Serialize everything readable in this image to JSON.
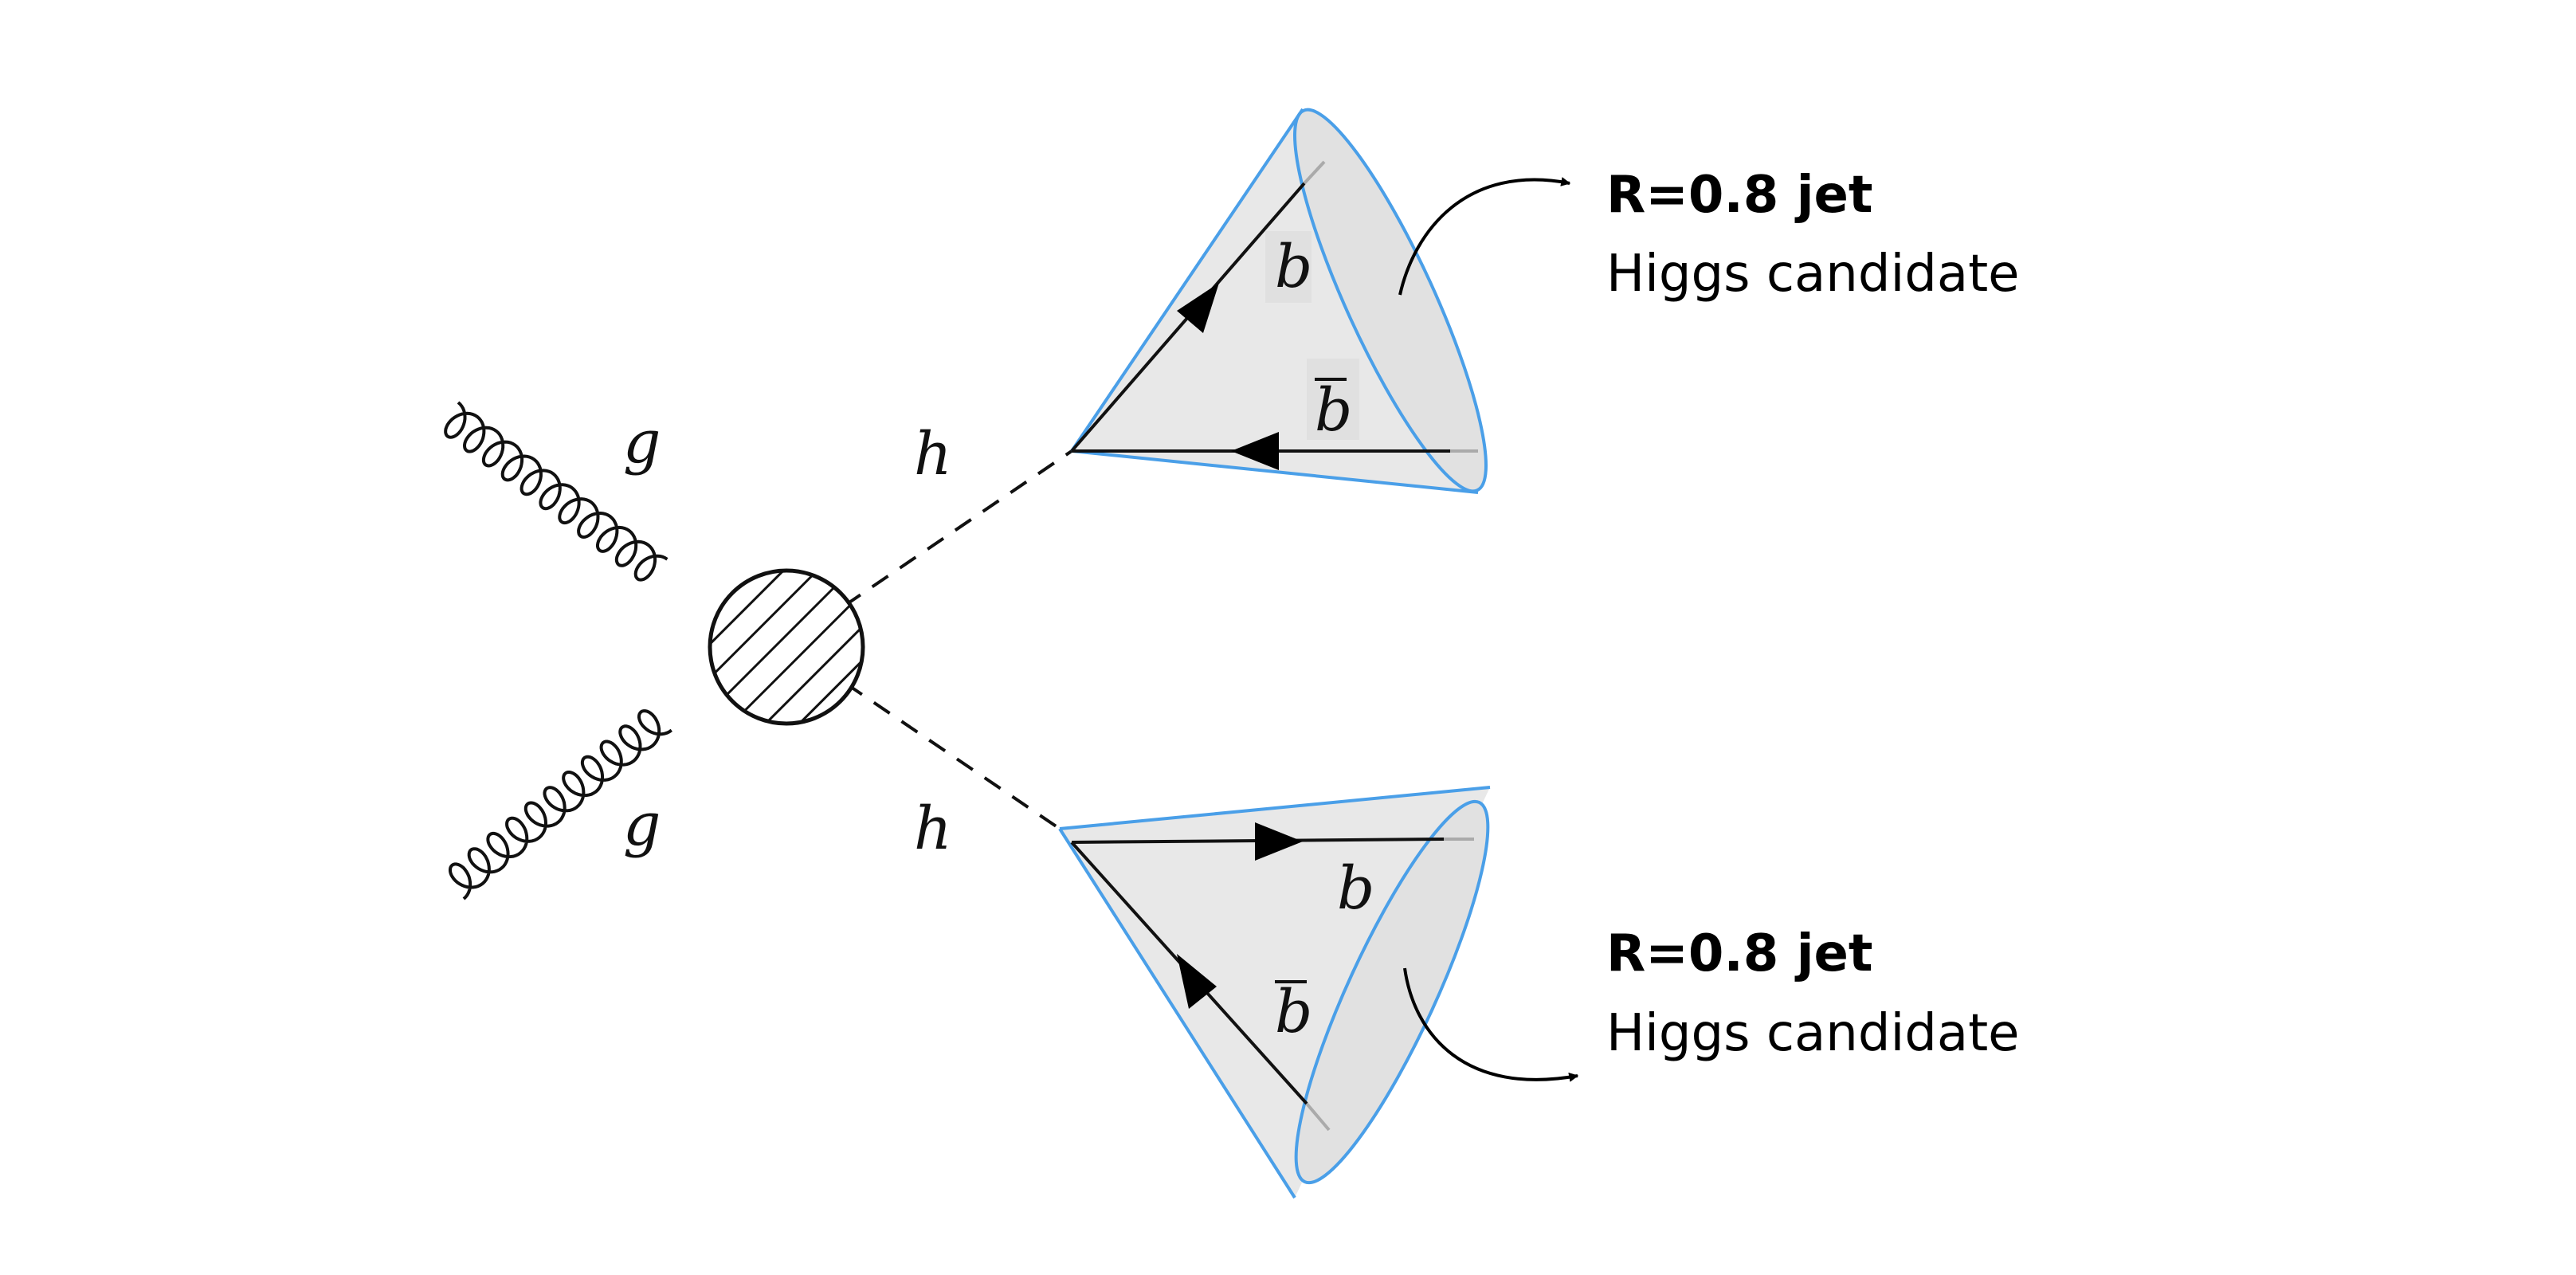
{
  "particles": {
    "gluon_top": "g",
    "gluon_bottom": "g",
    "higgs_top": "h",
    "higgs_bottom": "h",
    "b_top": "b",
    "bbar_top": "b",
    "b_bottom": "b",
    "bbar_bottom": "b"
  },
  "annotations": {
    "top": {
      "title": "R=0.8 jet",
      "subtitle": "Higgs candidate"
    },
    "bottom": {
      "title": "R=0.8 jet",
      "subtitle": "Higgs candidate"
    }
  },
  "colors": {
    "cone_edge": "#4a9fe8",
    "cone_fill": "#e8e8e8",
    "line": "#111111",
    "track_tail": "#aaaaaa"
  }
}
